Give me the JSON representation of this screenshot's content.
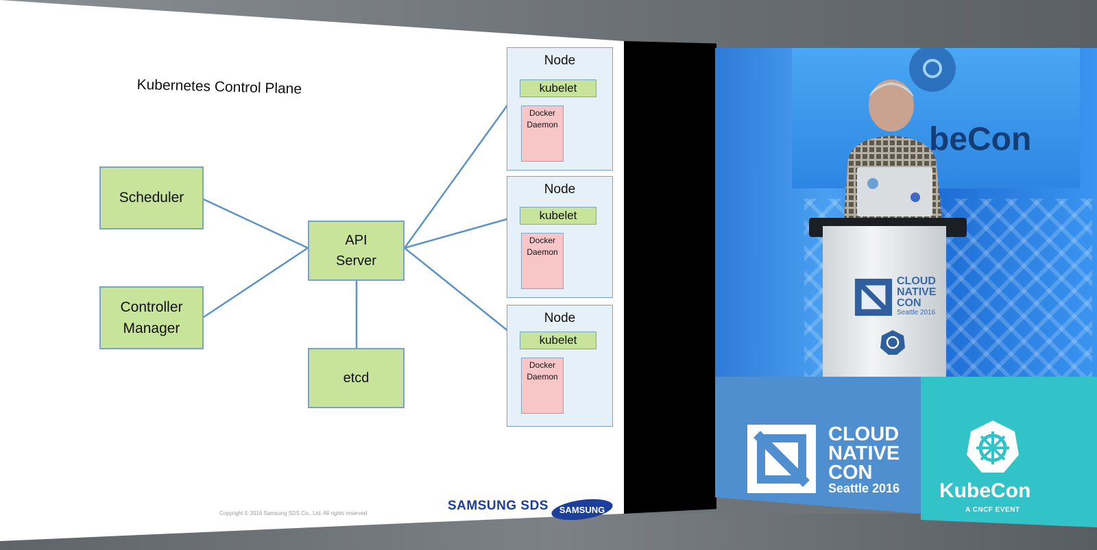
{
  "slide": {
    "title": "Kubernetes Control Plane",
    "scheduler_label": "Scheduler",
    "controller_manager_label": "Controller Manager",
    "api_server_label": "API Server",
    "etcd_label": "etcd",
    "nodes": [
      {
        "label": "Node",
        "kubelet": "kubelet",
        "docker_line1": "Docker",
        "docker_line2": "Daemon"
      },
      {
        "label": "Node",
        "kubelet": "kubelet",
        "docker_line1": "Docker",
        "docker_line2": "Daemon"
      },
      {
        "label": "Node",
        "kubelet": "kubelet",
        "docker_line1": "Docker",
        "docker_line2": "Daemon"
      }
    ],
    "copyright": "Copyright © 2016  Samsung SDS Co., Ltd. All rights reserved",
    "brand_sds": "SAMSUNG SDS",
    "brand_samsung": "SAMSUNG"
  },
  "stage": {
    "banner_text": "beCon",
    "podium_cnc_line1": "CLOUD",
    "podium_cnc_line2": "NATIVE",
    "podium_cnc_line3": "CON",
    "podium_cnc_sub": "Seattle 2016"
  },
  "banners": {
    "cnc_line1": "CLOUD",
    "cnc_line2": "NATIVE",
    "cnc_line3": "CON",
    "cnc_sub": "Seattle 2016",
    "kubecon": "KubeCon",
    "kubecon_sub": "A CNCF EVENT"
  },
  "colors": {
    "component_green": "#c8e39a",
    "node_blue": "#e6f0f9",
    "docker_pink": "#f8c6c6",
    "connector_blue": "#5b93c4",
    "cnc_blue": "#4f8fcf",
    "kubecon_teal": "#32c3c8"
  }
}
